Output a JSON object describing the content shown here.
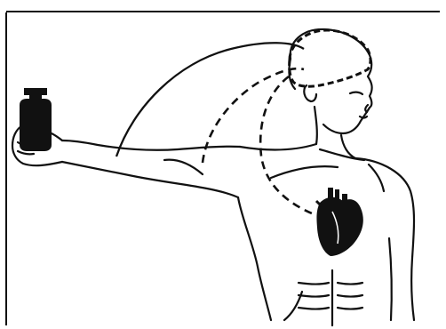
{
  "figure": {
    "description_free": true,
    "colors": {
      "ink": "#111111",
      "background": "#ffffff",
      "fill": "#111111"
    },
    "elements": {
      "weight": "weight-icon",
      "heart": "heart-icon",
      "brain_outline": "brain-region-outline",
      "neural_paths": [
        "arm-to-brain-arc",
        "arm-to-brain-dashed-path",
        "brain-to-heart-dashed-path"
      ]
    }
  }
}
